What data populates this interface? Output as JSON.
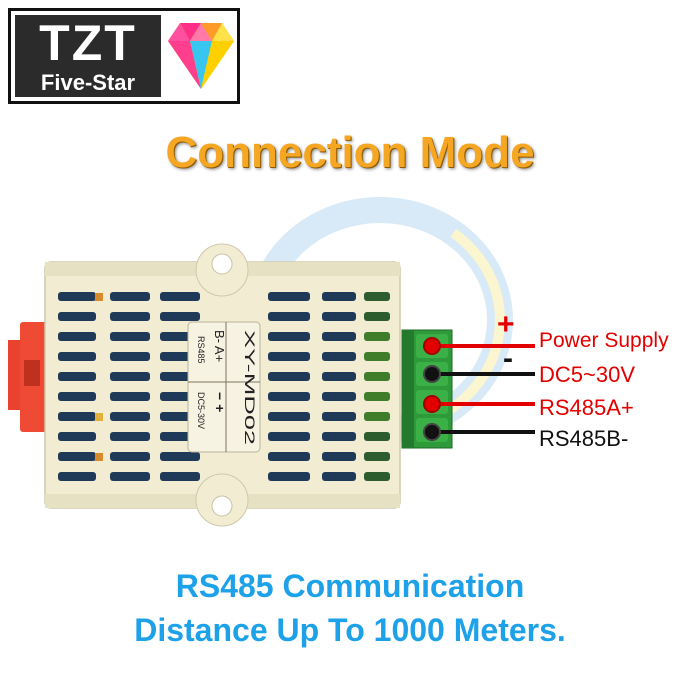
{
  "logo": {
    "brand": "TZT",
    "tagline": "Five-Star"
  },
  "title": "Connection Mode",
  "module": {
    "model": "XY-MD02",
    "label_bus": "B- A+",
    "label_rs485": "RS485",
    "label_power_sign": "−  +",
    "label_dc": "DC5-30V"
  },
  "terminals": {
    "plus_sign": "+",
    "minus_sign": "-",
    "items": [
      {
        "label": "Power Supply",
        "wire_color": "#e30000"
      },
      {
        "label": "DC5~30V",
        "wire_color": "#111111"
      },
      {
        "label": "RS485A+",
        "wire_color": "#e30000"
      },
      {
        "label": "RS485B-",
        "wire_color": "#111111"
      }
    ]
  },
  "footer": {
    "line1": "RS485 Communication",
    "line2": "Distance Up To 1000 Meters."
  },
  "colors": {
    "title": "#f5a623",
    "footer": "#1da1e8",
    "terminal_block": "#2f9a3a",
    "housing": "#f1ecd2"
  }
}
